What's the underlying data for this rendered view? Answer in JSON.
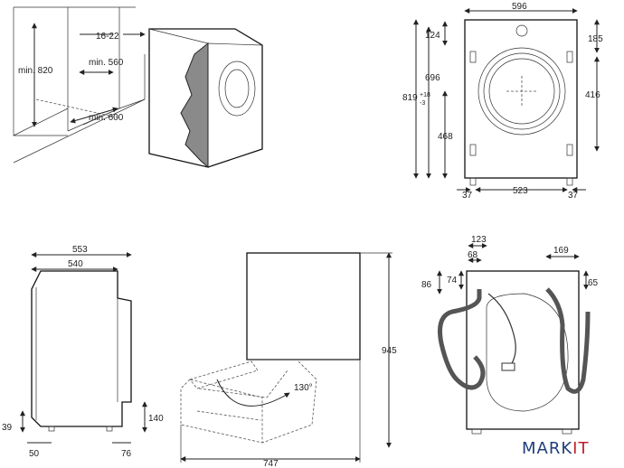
{
  "panel_install": {
    "gap": "16-22",
    "depth_min": "min. 560",
    "height_min": "min. 820",
    "width_min": "min. 600"
  },
  "panel_front": {
    "width": "596",
    "top_offset": "124",
    "top_right": "185",
    "height_mid": "696",
    "height_total": "819",
    "tolerance_plus": "+18",
    "tolerance_minus": "-3",
    "drum_center": "416",
    "lower": "468",
    "foot_left": "37",
    "inner_width": "523",
    "foot_right": "37"
  },
  "panel_side": {
    "depth_total": "553",
    "depth_body": "540",
    "foot_height": "39",
    "kick_height": "140",
    "foot_offset": "50",
    "rear_offset": "76"
  },
  "panel_door": {
    "swing_angle": "130°",
    "height": "945",
    "depth_open": "747"
  },
  "panel_rear": {
    "inlet_offset": "123",
    "drain_offset": "68",
    "hose_right": "169",
    "height_left": "86",
    "height_inner": "74",
    "height_right": "65"
  },
  "brand": {
    "logo_main": "MARK",
    "logo_accent": "IT"
  }
}
